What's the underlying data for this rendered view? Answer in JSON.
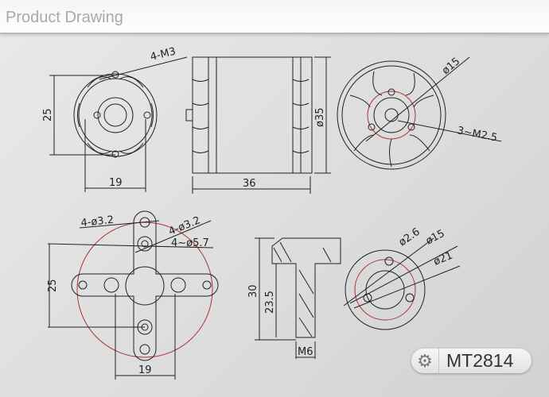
{
  "header": {
    "title": "Product Drawing"
  },
  "badge": {
    "icon": "gear-icon",
    "model": "MT2814"
  },
  "front_view": {
    "holes_label": "4-M3",
    "height_dim": "25",
    "width_dim": "19"
  },
  "side_view": {
    "length_dim": "36",
    "diameter_dim": "ø35"
  },
  "rear_view": {
    "diameter_dim": "ø15",
    "holes_label": "3~M2.5"
  },
  "mount_view": {
    "holes_a": "4-ø3.2",
    "holes_b": "4-ø3.2",
    "holes_c": "4~ø5.7",
    "height_dim": "25",
    "width_dim": "19"
  },
  "shaft_view": {
    "total_dim": "30",
    "shaft_dim": "23.5",
    "thread": "M6"
  },
  "adapter_view": {
    "hole_dim": "ø2.6",
    "inner_dim": "ø15",
    "outer_dim": "ø21"
  },
  "colors": {
    "line": "#222222",
    "accent": "#aa3333"
  }
}
